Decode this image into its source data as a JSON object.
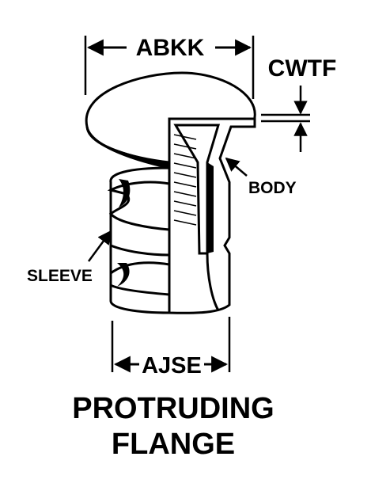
{
  "dimensions": {
    "head_diameter": "ABKK",
    "flange_thickness": "CWTF",
    "sleeve_diameter": "AJSE"
  },
  "callouts": {
    "body": "BODY",
    "sleeve": "SLEEVE"
  },
  "title": {
    "line1": "PROTRUDING",
    "line2": "FLANGE"
  }
}
